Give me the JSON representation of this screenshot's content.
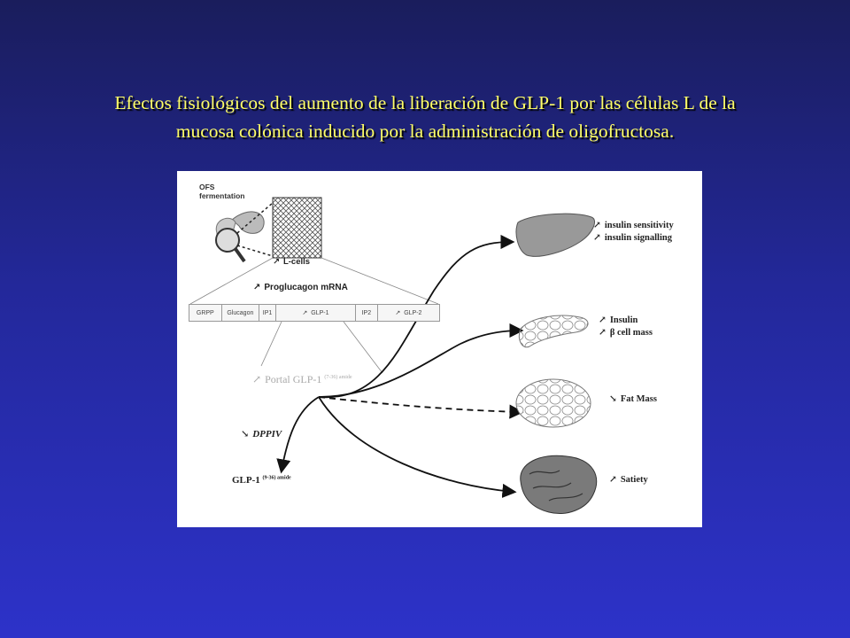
{
  "title": {
    "line1": "Efectos fisiológicos del aumento de la liberación de GLP-1 por las células L de la",
    "line2": "mucosa colónica inducido por la administración de oligofructosa."
  },
  "figure": {
    "ofs_line1": "OFS",
    "ofs_line2": "fermentation",
    "lcells": "L-cells",
    "proglucagon": "Proglucagon mRNA",
    "segments": [
      "GRPP",
      "Glucagon",
      "IP1",
      "GLP-1",
      "IP2",
      "GLP-2"
    ],
    "portal": "Portal GLP-1",
    "portal_sup": "(7-36) amide",
    "dppiv": "DPPIV",
    "glp1_inactive": "GLP-1",
    "glp1_inactive_sup": "(9-36) amide",
    "liver_line1": "insulin sensitivity",
    "liver_line2": "insulin signalling",
    "pancreas_line1": "Insulin",
    "pancreas_line2": "β cell mass",
    "fat": "Fat Mass",
    "brain": "Satiety"
  },
  "colors": {
    "title": "#ffff66",
    "background_top": "#1a1d5c",
    "background_bottom": "#2d32c9"
  }
}
